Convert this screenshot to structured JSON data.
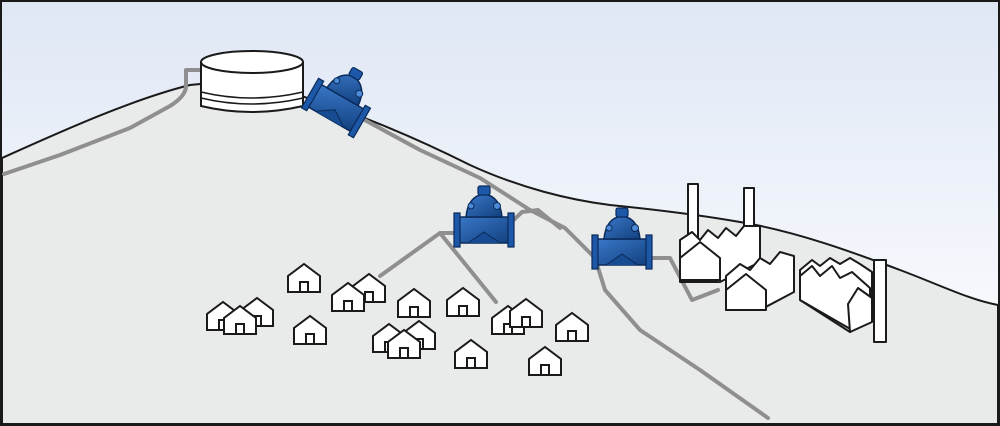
{
  "palette": {
    "sky_top": "#dfe7f5",
    "sky_bottom": "#ffffff",
    "ground": "#e9eaea",
    "pipe": "#8f8f8f",
    "valve_blue": "#1d58a8",
    "valve_dark": "#0f3a77",
    "outline": "#1a1a1a"
  },
  "diagram": {
    "components": [
      {
        "kind": "storage-tank",
        "icon": "water-tank-icon"
      },
      {
        "kind": "control-valve",
        "icon": "valve-icon",
        "count": 3
      },
      {
        "kind": "residential-area",
        "icon": "house-icon",
        "count": 17
      },
      {
        "kind": "industrial-area",
        "icon": "factory-icon",
        "count": 3
      }
    ]
  }
}
